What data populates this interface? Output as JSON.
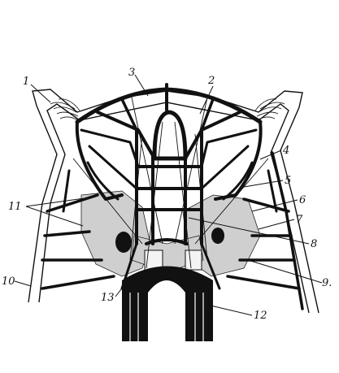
{
  "labels": [
    {
      "id": "1",
      "text": "1"
    },
    {
      "id": "2",
      "text": "2"
    },
    {
      "id": "3",
      "text": "3"
    },
    {
      "id": "4",
      "text": "4"
    },
    {
      "id": "5",
      "text": "5"
    },
    {
      "id": "6",
      "text": "6"
    },
    {
      "id": "7",
      "text": "7"
    },
    {
      "id": "8",
      "text": "8"
    },
    {
      "id": "9",
      "text": "9."
    },
    {
      "id": "10",
      "text": "10"
    },
    {
      "id": "11",
      "text": "11"
    },
    {
      "id": "12",
      "text": "12"
    },
    {
      "id": "13",
      "text": "13"
    }
  ]
}
